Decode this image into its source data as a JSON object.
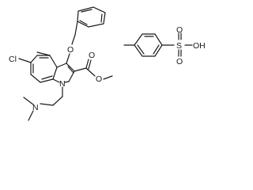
{
  "molecule_1": {
    "atoms": {
      "o_ether": "O",
      "cl": "Cl",
      "o_carbonyl": "O",
      "o_ester": "O",
      "n_indole": "N",
      "n_amine": "N"
    }
  },
  "molecule_2": {
    "atoms": {
      "s": "S",
      "o_top": "O",
      "o_bottom": "O",
      "oh": "OH"
    }
  }
}
